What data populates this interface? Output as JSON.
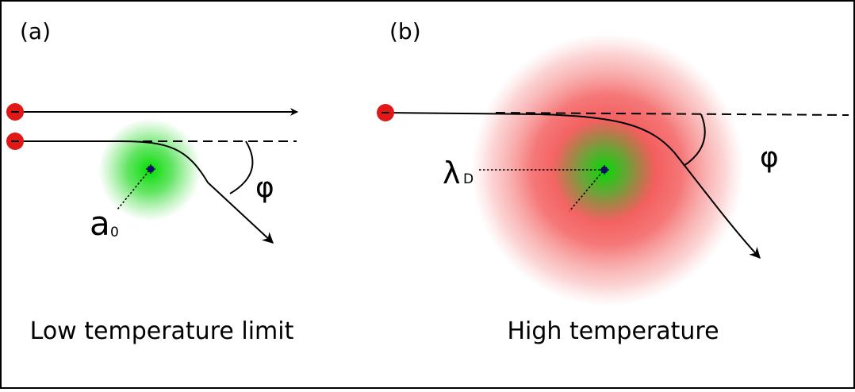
{
  "panels": {
    "a": {
      "tag": "(a)",
      "caption": "Low temperature limit",
      "radius_symbol": "a",
      "radius_subscript": "0",
      "angle_symbol": "φ",
      "cloud_color": "#22d022"
    },
    "b": {
      "tag": "(b)",
      "caption": "High temperature",
      "radius_symbol": "λ",
      "radius_subscript": "D",
      "angle_symbol": "φ",
      "cloud_outer_color": "#f04545",
      "cloud_inner_color": "#22d022"
    }
  },
  "colors": {
    "electron": "#e01818",
    "nucleus": "#101060",
    "line": "#000000"
  },
  "icons": [
    "electron-icon",
    "nucleus-icon",
    "arrowhead-icon"
  ]
}
